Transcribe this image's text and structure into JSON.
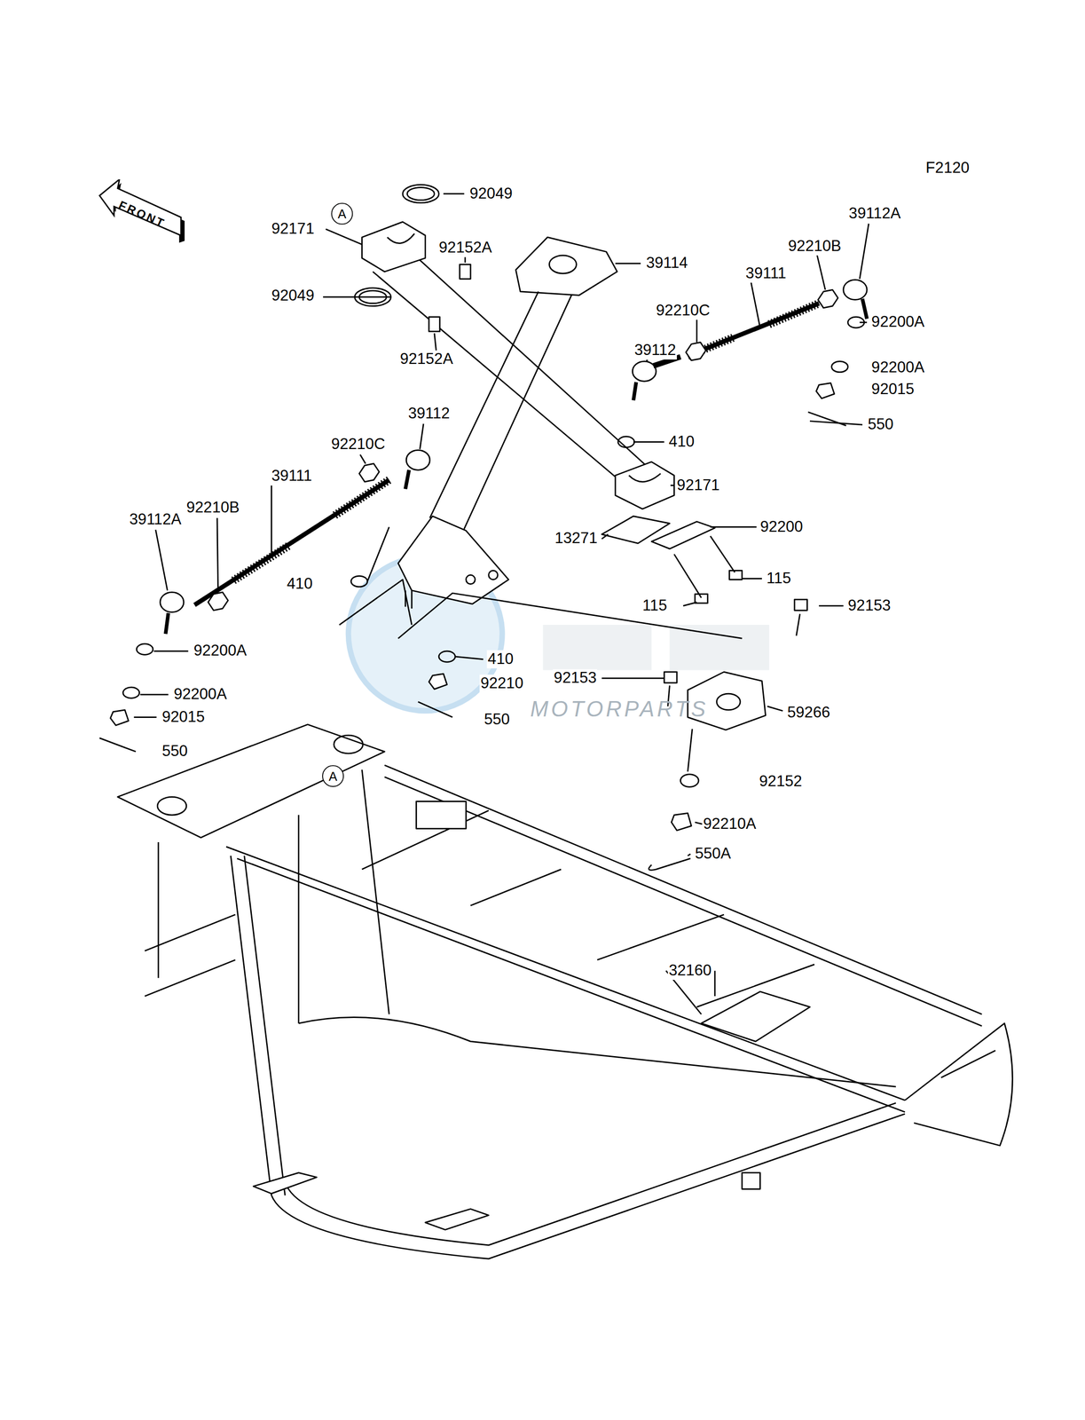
{
  "diagram": {
    "nodes": [
      {
        "text": [
          "FRONT"
        ]
      },
      {
        "text": [
          "A"
        ]
      },
      {
        "text": [
          "A"
        ]
      }
    ],
    "labels": [
      "F2120",
      "92049",
      "39112A",
      "92152A",
      "39114",
      "92171",
      "92210B",
      "92049",
      "39111",
      "92200A",
      "92210C",
      "92152A",
      "39112",
      "92200A",
      "92015",
      "550",
      "39112",
      "410",
      "92210C",
      "92171",
      "39111",
      "92210B",
      "92200",
      "39112A",
      "13271",
      "115",
      "410",
      "115",
      "92153",
      "92200A",
      "410",
      "92153",
      "92210",
      "92200A",
      "59266",
      "550",
      "92015",
      "550",
      "92152",
      "92210A",
      "550A",
      "32160",
      "MOTORPARTS"
    ]
  }
}
